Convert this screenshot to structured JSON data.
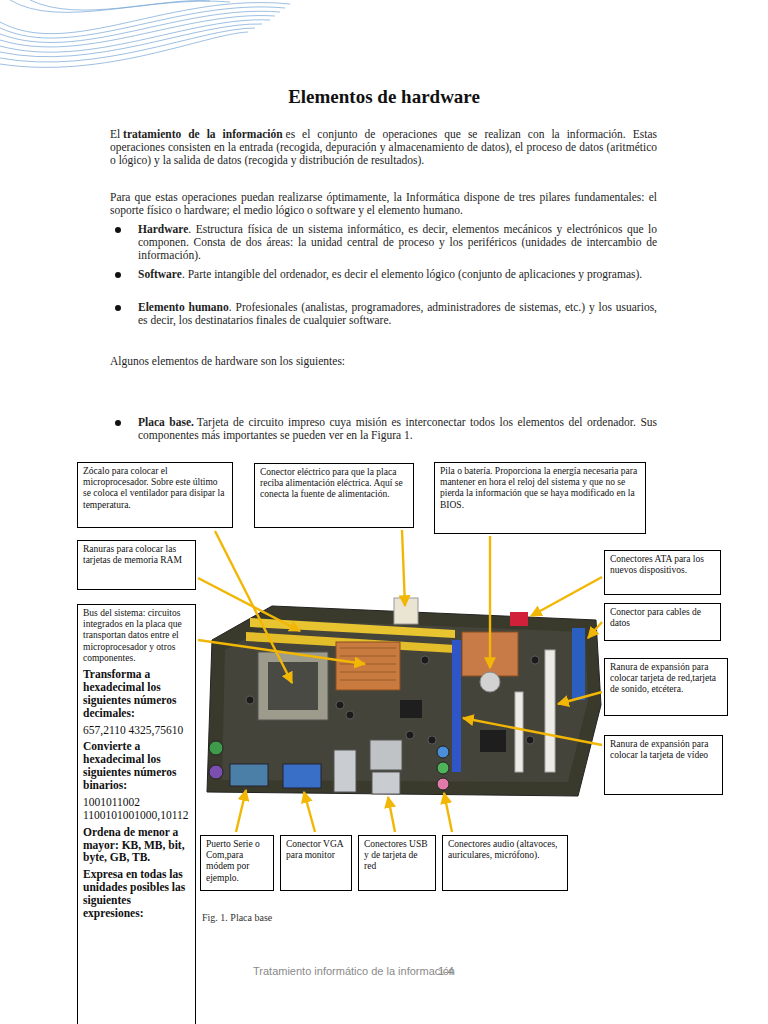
{
  "diagram": {
    "title": "Elementos de hardware",
    "caption": "Fig. 1. Placa base",
    "nodes": [
      {
        "text": [
          "Zócalo para colocar el microprocesador. Sobre este último se coloca el ventilador para disipar la temperatura."
        ]
      },
      {
        "text": [
          "Conector eléctrico para que la placa reciba alimentación eléctrica. Aquí se conecta la fuente de alimentación."
        ]
      },
      {
        "text": [
          "Pila o batería. Proporciona la energía necesaria para mantener en hora el reloj del sistema y que no se pierda la información que se haya modificado en la BIOS."
        ]
      },
      {
        "text": [
          "Ranuras para colocar las tarjetas de memoria RAM"
        ]
      },
      {
        "text": [
          "Conectores ATA para los nuevos dispositivos."
        ]
      },
      {
        "text": [
          "Conector para cables de datos"
        ]
      },
      {
        "text": [
          "Bus del sistema: circuitos integrados en la placa que transportan datos entre el microprocesador y otros componentes.",
          "Transforma a hexadecimal los siguientes números decimales:",
          "657,2110 4325,75610",
          "Convierte a hexadecimal los siguientes números binarios:",
          "1001011002 1100101001000,10112",
          "Ordena de menor a mayor: KB, MB, bit, byte, GB, TB.",
          "Expresa en todas las unidades posibles las siguientes expresiones:"
        ]
      },
      {
        "text": [
          "Ranura de expansión para colocar tarjeta de red,tarjeta de sonido, etcétera."
        ]
      },
      {
        "text": [
          "Ranura de expansión para colocar la tarjeta de vídeo"
        ]
      },
      {
        "text": [
          "Puerto Serie o Com,para módem por ejemplo."
        ]
      },
      {
        "text": [
          "Conector VGA para monitor"
        ]
      },
      {
        "text": [
          "Conectores USB y de tarjeta de red"
        ]
      },
      {
        "text": [
          "Conectores audio (altavoces, auriculares, micrófono)."
        ]
      }
    ],
    "labels": [
      "El",
      "tratamiento de la información",
      "es el conjunto de operaciones que se realizan con la información. Estas operaciones consisten en la entrada (recogida, depuración y almacenamiento de datos), el proceso de datos (aritmético o lógico) y la salida de datos (recogida y distribución de resultados).",
      "Para que estas operaciones puedan realizarse óptimamente, la Informática dispone de tres pilares fundamentales: el soporte físico o hardware; el medio lógico o software y el elemento humano.",
      "Hardware",
      ". Estructura física de un sistema informático, es decir, elementos mecánicos y electrónicos que lo componen. Consta de dos áreas: la unidad central de proceso y los periféricos (unidades de intercambio de información).",
      "Software",
      ". Parte intangible del ordenador, es decir el elemento lógico (conjunto de aplicaciones y programas).",
      "Elemento humano",
      ". Profesionales (analistas, programadores, administradores de sistemas, etc.) y los usuarios, es decir, los destinatarios finales de cualquier software.",
      "Algunos elementos de hardware son los siguientes:",
      "Placa base.",
      "Tarjeta de circuito impreso cuya misión es interconectar todos los elementos del ordenador. Sus componentes más importantes se pueden ver en la Figura 1.",
      "Tratamiento informático de la información",
      "1-4"
    ]
  }
}
